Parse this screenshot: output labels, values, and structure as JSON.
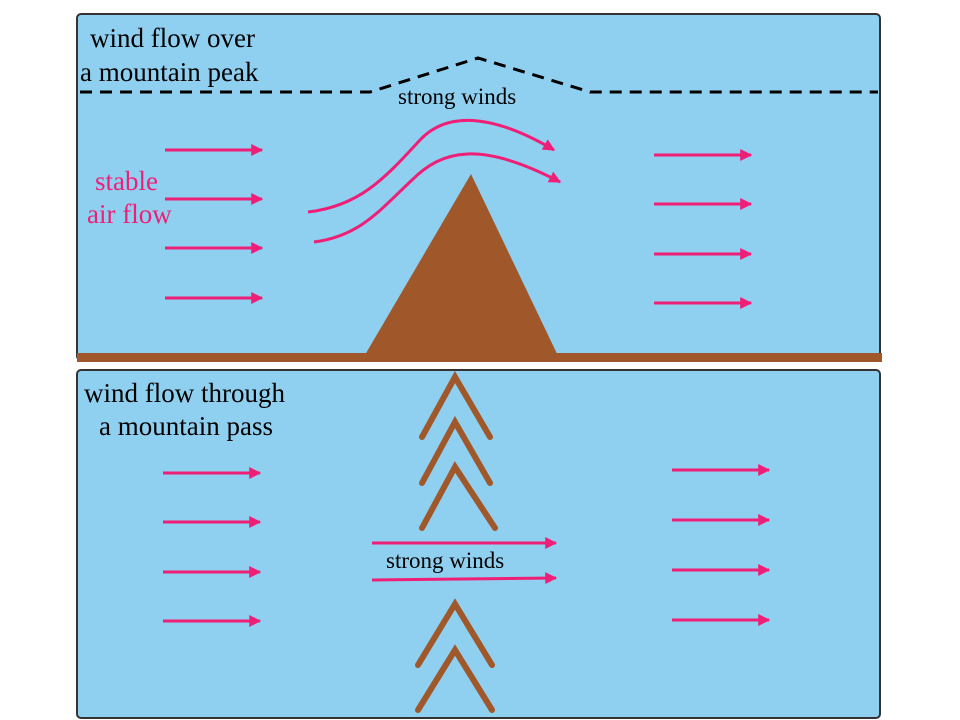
{
  "colors": {
    "sky": "#8fcff0",
    "ground": "#a0582a",
    "arrow": "#ef1f77",
    "panel_border": "#333333",
    "dashed_line": "#000000"
  },
  "top_panel": {
    "title_line1": "wind flow over",
    "title_line2": "a mountain peak",
    "flow_label_line1": "stable",
    "flow_label_line2": "air flow",
    "strong_winds": "strong winds"
  },
  "bottom_panel": {
    "title_line1": "wind flow through",
    "title_line2": "a mountain pass",
    "strong_winds": "strong winds"
  }
}
